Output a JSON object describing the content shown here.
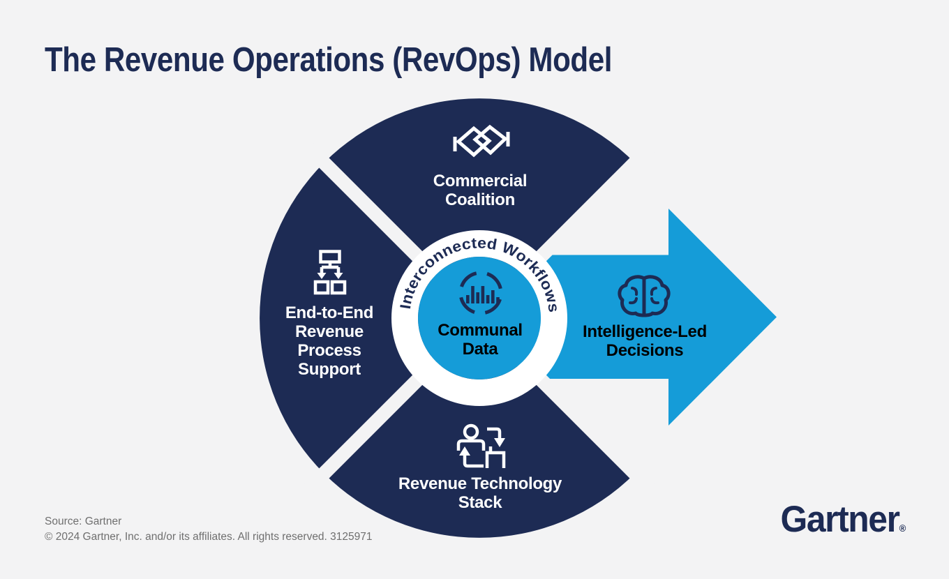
{
  "title": "The Revenue Operations (RevOps) Model",
  "diagram": {
    "ring_label": "Interconnected Workflows",
    "center": {
      "icon": "bar-chart-circle-icon",
      "label_lines": [
        "Communal",
        "Data"
      ]
    },
    "segments": [
      {
        "id": "top",
        "icon": "handshake-icon",
        "label_lines": [
          "Commercial",
          "Coalition"
        ]
      },
      {
        "id": "left",
        "icon": "hierarchy-flowchart-icon",
        "label_lines": [
          "End-to-End",
          "Revenue",
          "Process",
          "Support"
        ]
      },
      {
        "id": "bottom",
        "icon": "person-technology-swap-icon",
        "label_lines": [
          "Revenue Technology",
          "Stack"
        ]
      }
    ],
    "arrow": {
      "icon": "brain-icon",
      "label_lines": [
        "Intelligence-Led",
        "Decisions"
      ]
    }
  },
  "footer": {
    "source": "Source: Gartner",
    "copyright": "© 2024 Gartner, Inc. and/or its affiliates. All rights reserved. 3125971"
  },
  "logo": {
    "text": "Gartner",
    "registered": "®"
  },
  "colors": {
    "navy": "#1D2B54",
    "light_blue": "#159CD8",
    "background": "#F3F3F4",
    "ring_white": "#FFFFFF",
    "footer_gray": "#6F6F6F",
    "label_black": "#000000"
  }
}
